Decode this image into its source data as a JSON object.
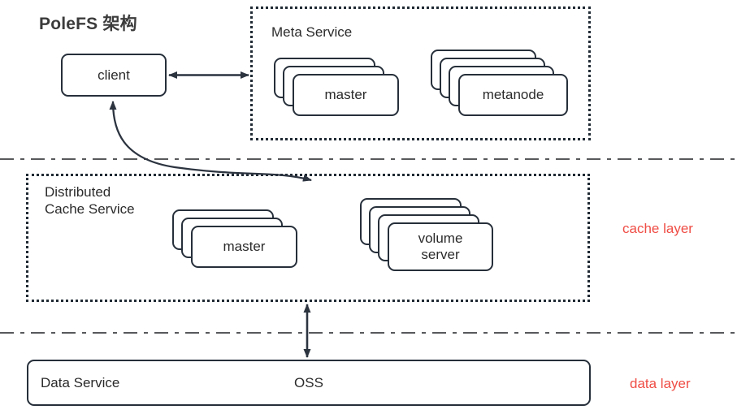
{
  "title": "PoleFS 架构",
  "colors": {
    "stroke": "#262f3a",
    "text": "#2b2b2b",
    "divider": "#58595b",
    "accent_red": "#ef4d45",
    "title": "#3b3b3b"
  },
  "groups": {
    "meta_service": {
      "label": "Meta Service",
      "nodes": [
        {
          "label": "master",
          "stack_count": 3
        },
        {
          "label": "metanode",
          "stack_count": 4
        }
      ]
    },
    "cache_service": {
      "label": "Distributed\nCache Service",
      "nodes": [
        {
          "label": "master",
          "stack_count": 3
        },
        {
          "label": "volume\nserver",
          "stack_count": 4
        }
      ]
    },
    "data_service": {
      "label": "Data Service",
      "center_label": "OSS"
    }
  },
  "client": {
    "label": "client"
  },
  "layer_tags": [
    {
      "label": "cache layer"
    },
    {
      "label": "data layer"
    }
  ],
  "connectors": [
    {
      "name": "client-to-meta",
      "kind": "double-arrow-horizontal"
    },
    {
      "name": "client-to-cache",
      "kind": "double-arrow-curved"
    },
    {
      "name": "cache-to-data",
      "kind": "double-arrow-vertical"
    }
  ]
}
